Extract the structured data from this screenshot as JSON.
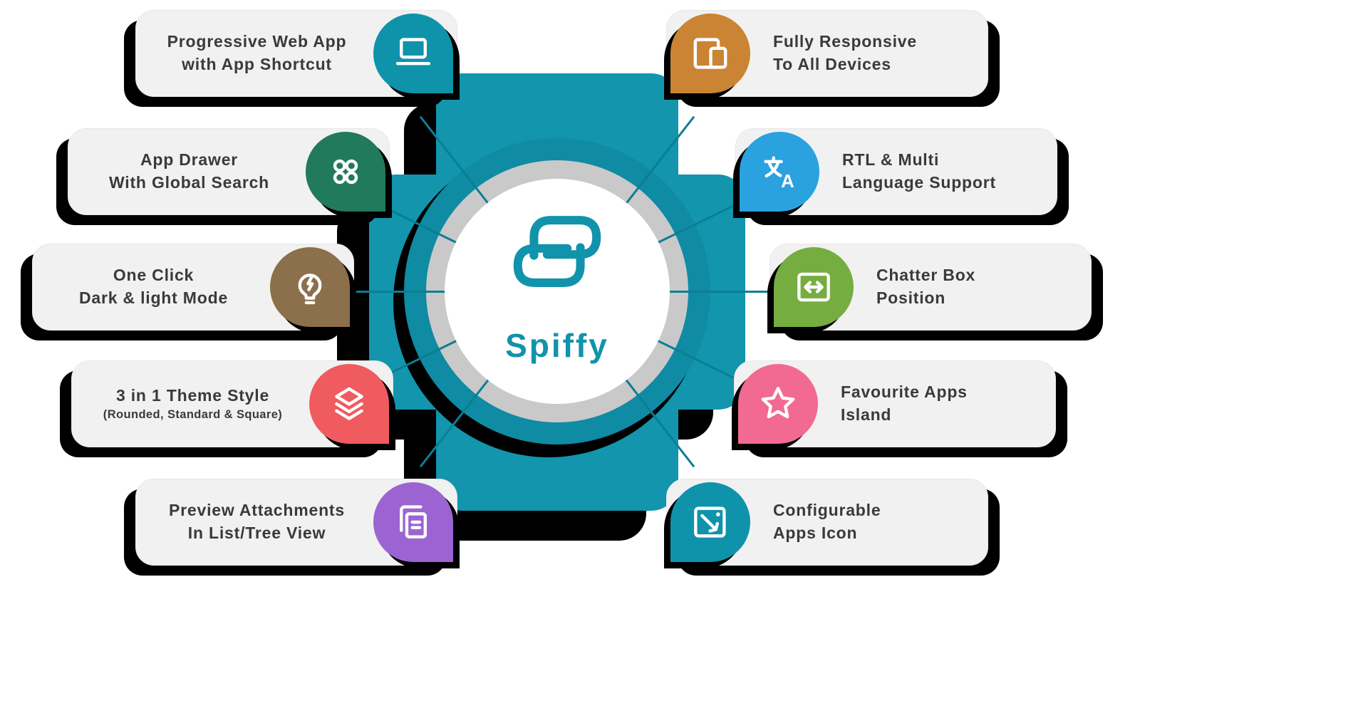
{
  "center": {
    "brand": "Spiffy",
    "brand_color": "#1193ab"
  },
  "features_left": [
    {
      "line1": "Progressive Web App",
      "line2": "with App Shortcut",
      "icon": "laptop-icon",
      "color": "#0f93ab"
    },
    {
      "line1": "App Drawer",
      "line2": "With Global Search",
      "icon": "app-drawer-icon",
      "color": "#217a5c"
    },
    {
      "line1": "One Click",
      "line2": "Dark & light Mode",
      "icon": "lightbulb-bolt-icon",
      "color": "#8c6f4b"
    },
    {
      "line1": "3 in 1 Theme Style",
      "line2": "(Rounded, Standard & Square)",
      "icon": "layers-icon",
      "color": "#ef5b5e"
    },
    {
      "line1": "Preview Attachments",
      "line2": "In List/Tree View",
      "icon": "documents-icon",
      "color": "#9b64d2"
    }
  ],
  "features_right": [
    {
      "line1": "Fully Responsive",
      "line2": "To All Devices",
      "icon": "devices-icon",
      "color": "#cb8434"
    },
    {
      "line1": "RTL & Multi",
      "line2": "Language Support",
      "icon": "translate-icon",
      "color": "#29a2df"
    },
    {
      "line1": "Chatter Box",
      "line2": "Position",
      "icon": "chatter-position-icon",
      "color": "#76ad40"
    },
    {
      "line1": "Favourite Apps",
      "line2": "Island",
      "icon": "star-icon",
      "color": "#f26a91"
    },
    {
      "line1": "Configurable",
      "line2": "Apps Icon",
      "icon": "configurable-apps-icon",
      "color": "#0f93ab"
    }
  ]
}
